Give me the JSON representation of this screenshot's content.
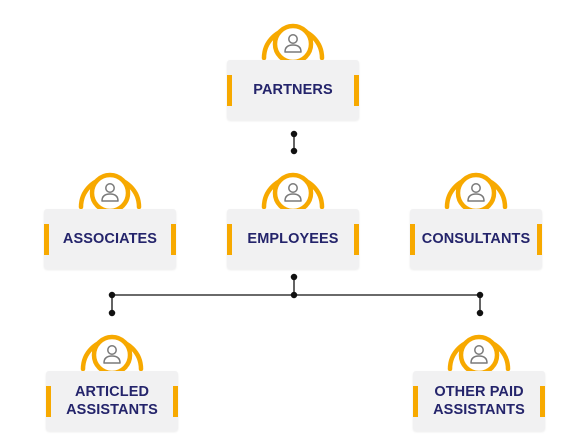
{
  "diagram": {
    "nodes": {
      "partners": {
        "label": "PARTNERS"
      },
      "associates": {
        "label": "ASSOCIATES"
      },
      "employees": {
        "label": "EMPLOYEES"
      },
      "consultants": {
        "label": "CONSULTANTS"
      },
      "articled_assistants": {
        "label": "ARTICLED\nASSISTANTS"
      },
      "other_paid_assistants": {
        "label": "OTHER PAID\nASSISTANTS"
      }
    },
    "icon": "person-icon",
    "colors": {
      "accent": "#f7a900",
      "card": "#f1f1f2",
      "text": "#24246b",
      "line": "#111111"
    }
  }
}
